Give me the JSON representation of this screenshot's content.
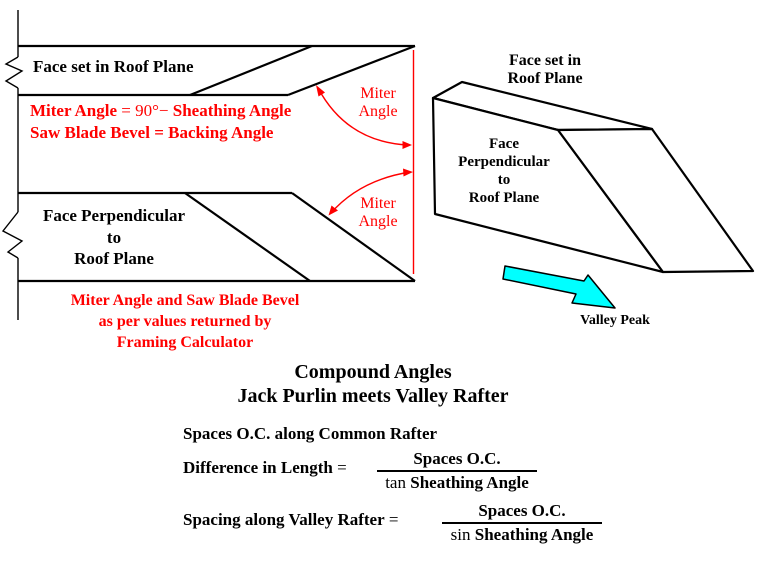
{
  "colors": {
    "red": "#FF0000",
    "cyan": "#00FFFF",
    "black": "#000000",
    "background": "#FFFFFF"
  },
  "flat_view": {
    "board_in_plane": {
      "face_label": "Face set in Roof Plane",
      "miter_label_line1": "Miter",
      "miter_label_line2": "Angle"
    },
    "board_perpendicular": {
      "face_label_line1": "Face Perpendicular",
      "face_label_line2": "to",
      "face_label_line3": "Roof Plane",
      "miter_label_line1": "Miter",
      "miter_label_line2": "Angle"
    },
    "note_miter_part1": "Miter Angle",
    "note_miter_part2": " = 90°− ",
    "note_miter_part3": "Sheathing Angle",
    "note_bevel": "Saw Blade Bevel = Backing Angle",
    "note_calculator_line1": "Miter Angle and Saw Blade Bevel",
    "note_calculator_line2": "as per values returned by",
    "note_calculator_line3": "Framing Calculator"
  },
  "perspective_view": {
    "top_face_label_line1": "Face set in",
    "top_face_label_line2": "Roof Plane",
    "front_face_label_line1": "Face",
    "front_face_label_line2": "Perpendicular",
    "front_face_label_line3": "to",
    "front_face_label_line4": "Roof Plane",
    "arrow_label": "Valley Peak"
  },
  "title": {
    "line1": "Compound Angles",
    "line2": "Jack Purlin meets Valley Rafter"
  },
  "formulas": {
    "spaces_note": "Spaces O.C. along Common Rafter",
    "difference": {
      "label": "Difference in Length",
      "equals": " =",
      "numerator": "Spaces O.C.",
      "den_function": "tan",
      "den_rest": " Sheathing Angle"
    },
    "spacing": {
      "label": "Spacing along Valley Rafter",
      "equals": " =",
      "numerator": "Spaces O.C.",
      "den_function": "sin",
      "den_rest": " Sheathing Angle"
    }
  }
}
